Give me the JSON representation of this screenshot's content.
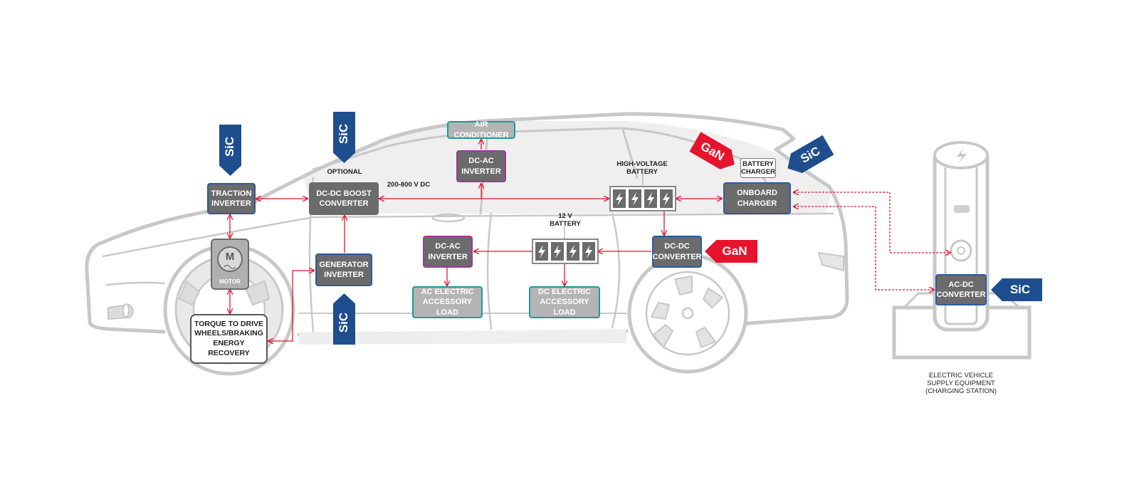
{
  "colors": {
    "sic_blue": "#1f4e8f",
    "gan_red": "#e5142c",
    "box_gray": "#6b6b6b",
    "border_blue": "#2c5aa0",
    "border_purple": "#9b3a9b",
    "border_teal": "#1f9a9a",
    "connector_red": "#e5142c",
    "car_outline": "#c8c8c8"
  },
  "boxes": {
    "traction_inverter": "TRACTION\nINVERTER",
    "dcdc_boost": "DC-DC BOOST\nCONVERTER",
    "generator_inverter": "GENERATOR\nINVERTER",
    "air_conditioner": "AIR CONDITIONER",
    "dcac_inverter_top": "DC-AC\nINVERTER",
    "onboard_charger": "ONBOARD\nCHARGER",
    "dcdc_converter": "DC-DC\nCONVERTER",
    "dcac_inverter_mid": "DC-AC\nINVERTER",
    "ac_load": "AC ELECTRIC\nACCESSORY LOAD",
    "dc_load": "DC ELECTRIC\nACCESSORY LOAD",
    "acdc_converter": "AC-DC\nCONVERTER",
    "torque": "TORQUE TO DRIVE\nWHEELS/BRAKING\nENERGY RECOVERY",
    "battery_charger": "BATTERY\nCHARGER"
  },
  "labels": {
    "optional": "OPTIONAL",
    "voltage": "200-800 V DC",
    "hv_battery": "HIGH-VOLTAGE\nBATTERY",
    "battery_12v": "12 V\nBATTERY",
    "motor": "MOTOR",
    "motor_symbol": "M",
    "evse": "ELECTRIC VEHICLE\nSUPPLY EQUIPMENT\n(CHARGING STATION)"
  },
  "tags": {
    "sic": "SiC",
    "gan": "GaN"
  },
  "icons": {
    "battery_cell": "lightning-bolt-icon",
    "charging_station": "lightning-bolt-icon",
    "motor": "motor-icon"
  }
}
